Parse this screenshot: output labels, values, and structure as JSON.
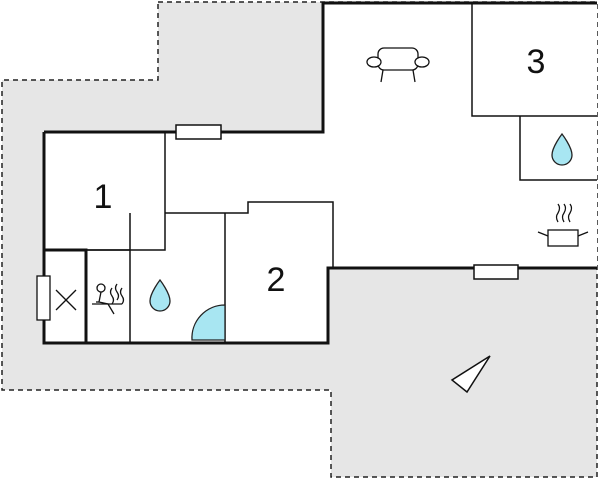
{
  "floorplan": {
    "rooms": [
      {
        "id": "bedroom-1",
        "label": "1"
      },
      {
        "id": "bedroom-2",
        "label": "2"
      },
      {
        "id": "bedroom-3",
        "label": "3"
      }
    ],
    "fixtures": [
      {
        "id": "sofa",
        "icon": "sofa-icon"
      },
      {
        "id": "kitchen",
        "icon": "cooking-pot-icon"
      },
      {
        "id": "bathroom-upper",
        "icon": "water-drop-icon"
      },
      {
        "id": "bathroom-lower",
        "icon": "water-drop-icon"
      },
      {
        "id": "sauna",
        "icon": "sauna-icon"
      },
      {
        "id": "fireplace",
        "icon": "fireplace-icon"
      },
      {
        "id": "shower",
        "icon": "shower-quarter-circle-icon"
      },
      {
        "id": "north-arrow",
        "icon": "north-arrow-icon"
      }
    ],
    "colors": {
      "terrace_fill": "#e6e6e6",
      "wall": "#111111",
      "water_drop": "#a8e6f2",
      "water_drop_stroke": "#222222",
      "background": "#ffffff"
    }
  }
}
